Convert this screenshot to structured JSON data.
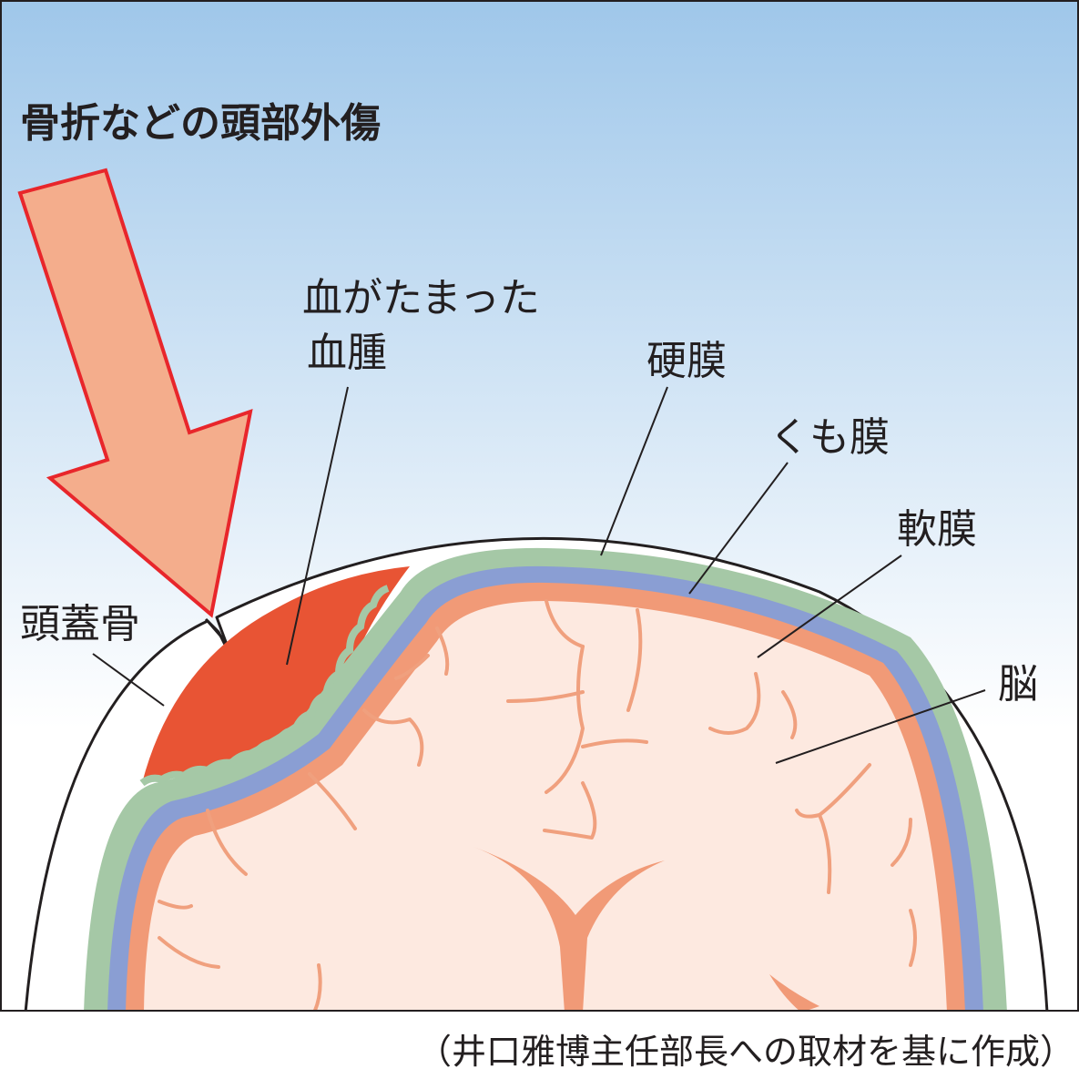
{
  "title": "骨折などの頭部外傷",
  "labels": {
    "hematoma_line1": "血がたまった",
    "hematoma_line2": "血腫",
    "dura": "硬膜",
    "arachnoid": "くも膜",
    "pia": "軟膜",
    "brain": "脳",
    "skull": "頭蓋骨"
  },
  "caption": "（井口雅博主任部長への取材を基に作成）",
  "colors": {
    "sky_top": "#9fc7ea",
    "sky_bottom": "#ffffff",
    "arrow_fill": "#f4ad8c",
    "arrow_stroke": "#e8262b",
    "hematoma": "#e85434",
    "dura": "#a5c8a6",
    "arachnoid": "#8a9ed3",
    "pia": "#f19a77",
    "brain": "#fde9e0",
    "skull": "#ffffff",
    "outline": "#231f20"
  }
}
